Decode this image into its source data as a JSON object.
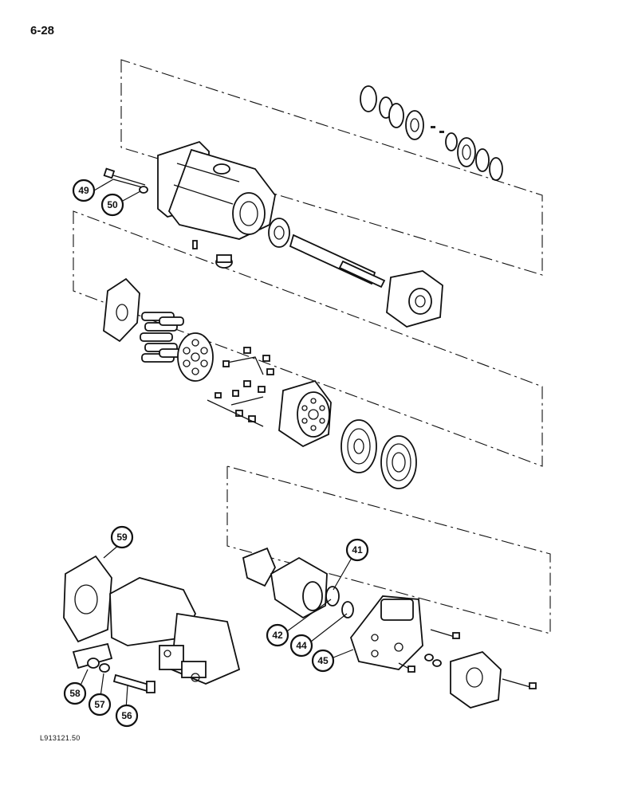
{
  "page": {
    "number": "6-28",
    "figure_code": "L913121.50"
  },
  "callouts": {
    "c49": "49",
    "c50": "50",
    "c41": "41",
    "c42": "42",
    "c44": "44",
    "c45": "45",
    "c59": "59",
    "c58": "58",
    "c57": "57",
    "c56": "56"
  }
}
